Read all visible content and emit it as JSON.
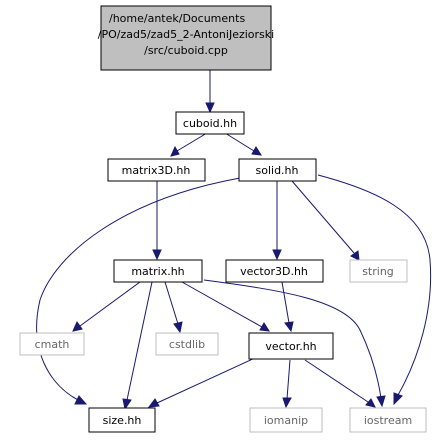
{
  "graph": {
    "edge_color": "#191970",
    "nodes": {
      "root": {
        "lines": [
          "/home/antek/Documents",
          "/PO/zad5/zad5_2-AntoniJeziorski",
          "/src/cuboid.cpp"
        ],
        "kind": "root"
      },
      "cuboid_hh": {
        "label": "cuboid.hh",
        "kind": "file"
      },
      "matrix3d_hh": {
        "label": "matrix3D.hh",
        "kind": "file"
      },
      "solid_hh": {
        "label": "solid.hh",
        "kind": "file"
      },
      "matrix_hh": {
        "label": "matrix.hh",
        "kind": "file"
      },
      "vector3d_hh": {
        "label": "vector3D.hh",
        "kind": "file"
      },
      "string": {
        "label": "string",
        "kind": "external"
      },
      "cmath": {
        "label": "cmath",
        "kind": "external"
      },
      "cstdlib": {
        "label": "cstdlib",
        "kind": "external"
      },
      "vector_hh": {
        "label": "vector.hh",
        "kind": "file"
      },
      "size_hh": {
        "label": "size.hh",
        "kind": "file"
      },
      "iomanip": {
        "label": "iomanip",
        "kind": "external"
      },
      "iostream": {
        "label": "iostream",
        "kind": "external"
      }
    }
  }
}
